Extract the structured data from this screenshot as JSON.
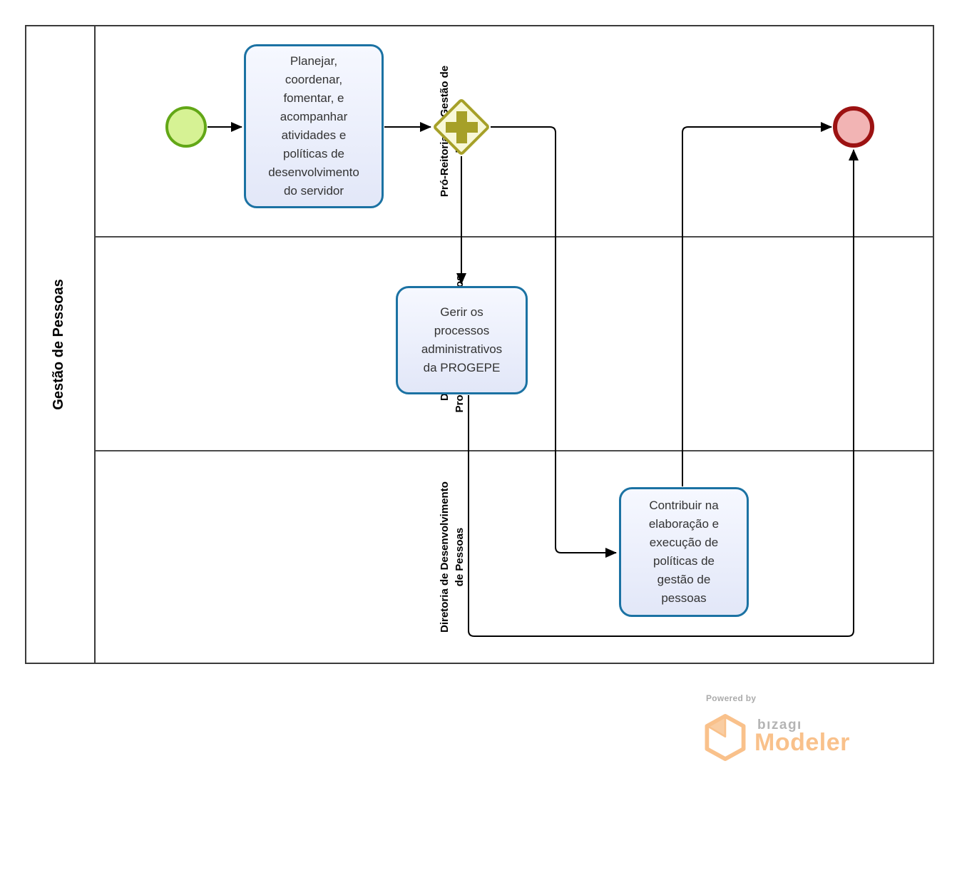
{
  "diagram": {
    "pool": {
      "title": "Gestão de Pessoas",
      "lanes": [
        {
          "label": "Pró-Reitoria de Gestão de\nPessoas"
        },
        {
          "label": "Diretoria de Gestão de\nProcessos Administrativos"
        },
        {
          "label": "Diretoria de Desenvolvimento\nde Pessoas"
        }
      ]
    },
    "nodes": {
      "start_event": {
        "type": "start-event"
      },
      "task_planejar": {
        "label": "Planejar,\ncoordenar,\nfomentar, e\nacompanhar\natividades e\npolíticas de\ndesenvolvimento\ndo servidor"
      },
      "gateway": {
        "type": "parallel-gateway"
      },
      "task_gerir": {
        "label": "Gerir os\nprocessos\nadministrativos\nda PROGEPE"
      },
      "task_contribuir": {
        "label": "Contribuir na\nelaboração e\nexecução de\npolíticas de\ngestão de\npessoas"
      },
      "end_event": {
        "type": "end-event"
      }
    },
    "colors": {
      "task_border": "#1b72a3",
      "task_fill": "#e9eefb",
      "start_border": "#62a716",
      "start_fill": "#d6f294",
      "end_border": "#9c1212",
      "end_fill": "#f2b4b4",
      "gateway_border": "#a6a028",
      "gateway_fill": "#f8f8d8",
      "flow": "#000000",
      "lane_border": "#4a4a4a"
    }
  },
  "footer": {
    "powered_by": "Powered by",
    "brand": "bızagı",
    "product": "Modeler",
    "brand_orange": "#f9c18b",
    "brand_gray": "#ababab"
  }
}
